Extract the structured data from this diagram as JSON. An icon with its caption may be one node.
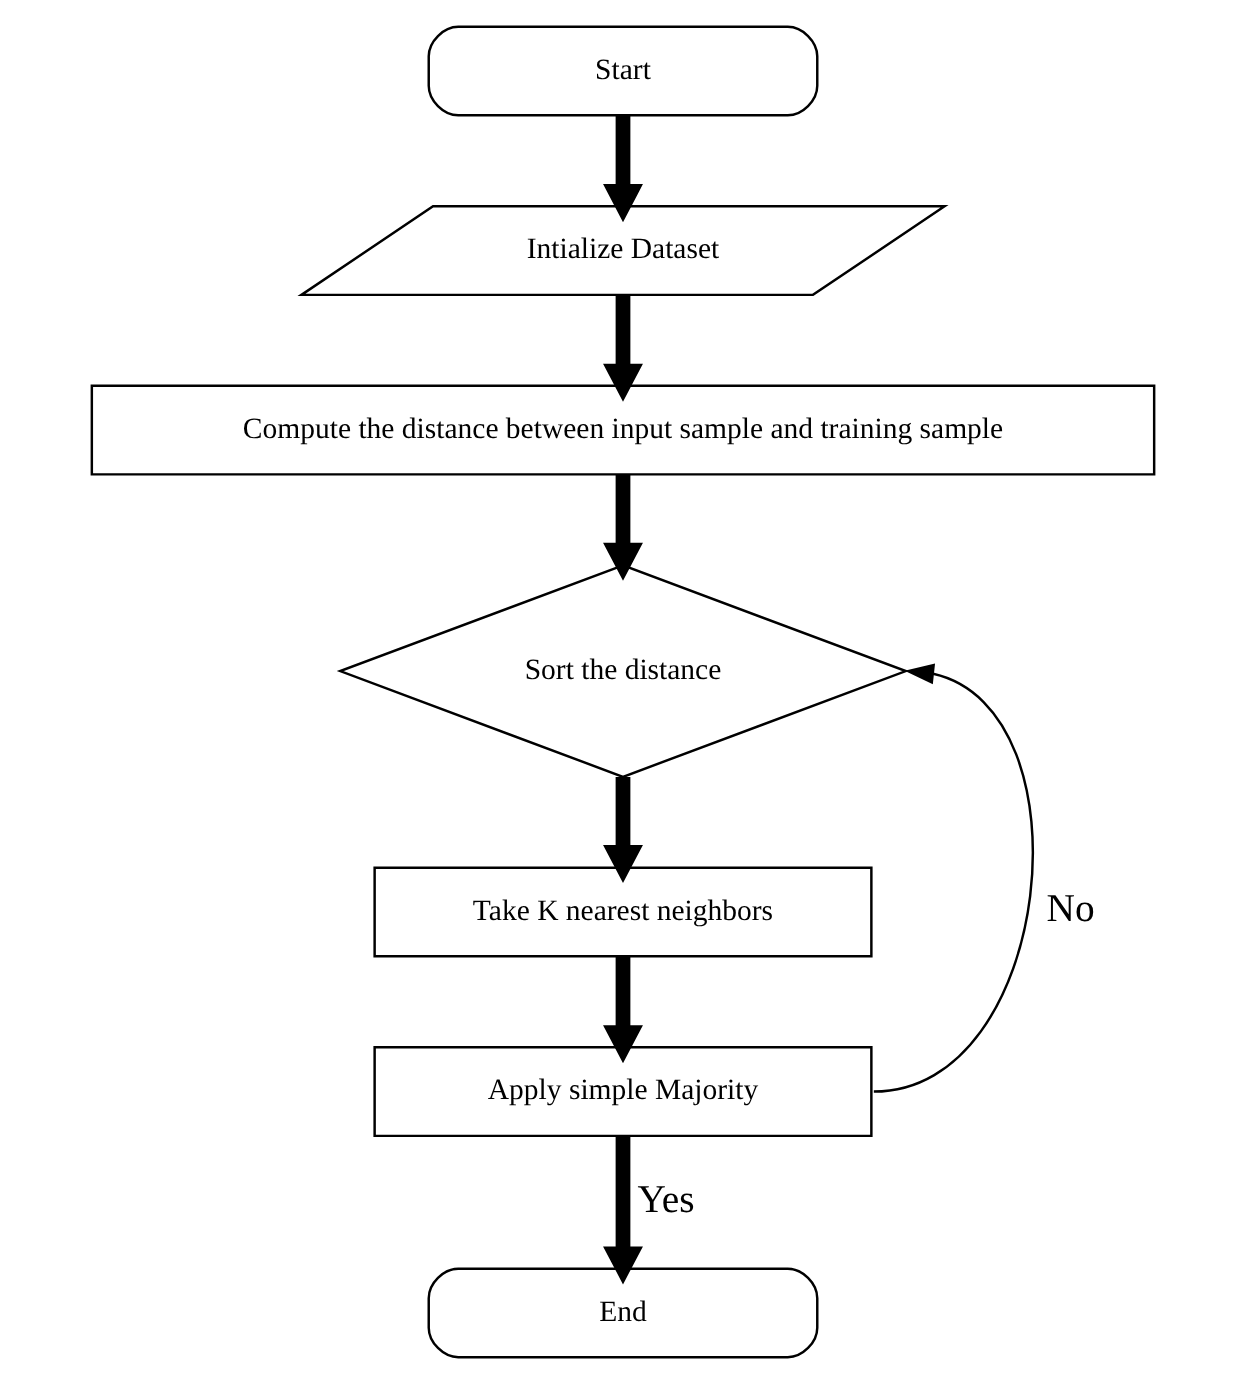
{
  "diagram": {
    "nodes": [
      {
        "text": [
          "Start"
        ]
      },
      {
        "text": [
          "Intialize Dataset"
        ]
      },
      {
        "text": [
          "Compute the distance between input sample and training sample"
        ]
      },
      {
        "text": [
          "Sort the distance"
        ]
      },
      {
        "text": [
          "Take K nearest neighbors"
        ]
      },
      {
        "text": [
          "Apply simple Majority"
        ]
      },
      {
        "text": [
          "End"
        ]
      }
    ],
    "edges": [
      {
        "from": 0,
        "to": 1,
        "arrow": "to"
      },
      {
        "from": 1,
        "to": 2,
        "arrow": "to"
      },
      {
        "from": 2,
        "to": 3,
        "arrow": "to"
      },
      {
        "from": 3,
        "to": 4,
        "arrow": "to"
      },
      {
        "from": 4,
        "to": 5,
        "arrow": "to"
      },
      {
        "from": 5,
        "to": 6,
        "label": "Yes",
        "arrow": "to"
      },
      {
        "from": 5,
        "to": 3,
        "label": "No",
        "arrow": "to"
      }
    ]
  }
}
